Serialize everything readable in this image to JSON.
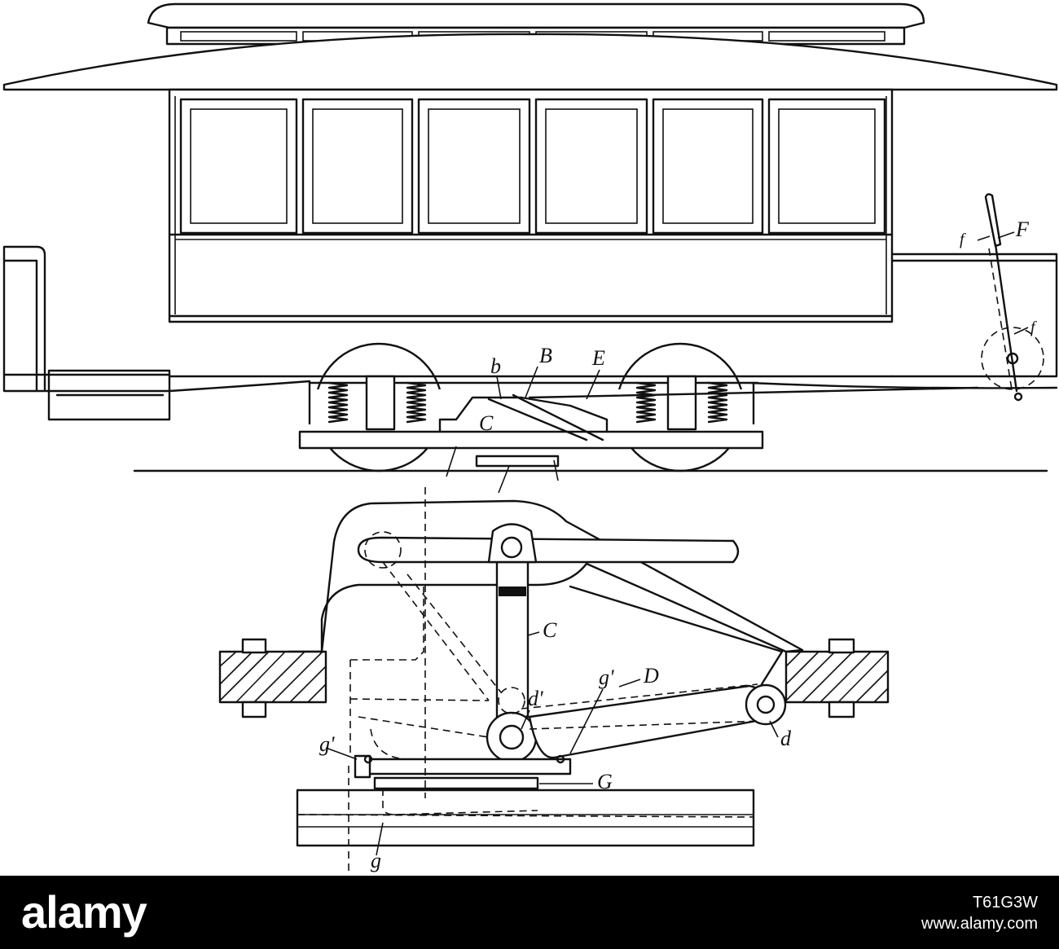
{
  "figure": {
    "labels": {
      "b_upper": "b",
      "B": "B",
      "E": "E",
      "C_upper": "C",
      "f_upper": "f",
      "F": "F",
      "f_lower": "f",
      "C": "C",
      "D": "D",
      "g_prime_right": "g'",
      "d_prime": "d'",
      "g_prime_left": "g'",
      "d": "d",
      "G": "G",
      "g": "g"
    }
  },
  "watermark": {
    "brand": "alamy",
    "image_id": "T61G3W",
    "url": "www.alamy.com"
  },
  "colors": {
    "ink": "#111111",
    "paper": "#ffffff",
    "footer": "#000000"
  }
}
